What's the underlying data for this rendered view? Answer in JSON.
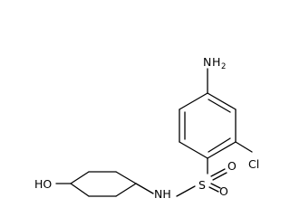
{
  "molecule": {
    "atoms": {
      "amine": {
        "element": "N",
        "hydrogen": "H",
        "hydrogen_count": "2"
      },
      "chloro": "Cl",
      "sulfur": "S",
      "oxygen_upper": "O",
      "oxygen_lower": "O",
      "sulfonamide_nh": "NH",
      "hydroxyl": "HO"
    },
    "colors": {
      "ink": "#000000",
      "background": "#ffffff"
    }
  }
}
